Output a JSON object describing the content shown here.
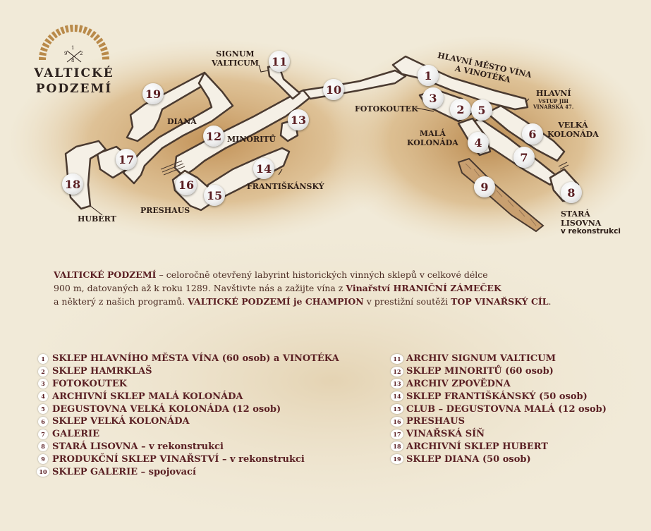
{
  "logo": {
    "line1": "VALTICKÉ",
    "line2": "PODZEMÍ",
    "emblem_digits": [
      "1",
      "9",
      "2",
      "8"
    ]
  },
  "map_labels": {
    "signum": "SIGNUM\nVALTICUM",
    "diana": "DIANA",
    "minoritu": "MINORITŮ",
    "frantiskansky": "FRANTIŠKÁNSKÝ",
    "preshaus": "PRESHAUS",
    "hubert": "HUBERT",
    "hlavni_mesto": "HLAVNÍ MĚSTO VÍNA\nA VINOTÉKA",
    "hlavni_vstup": "HLAVNÍ",
    "hlavni_vstup_small": "VSTUP JIH\nVINAŘSKÁ 47.",
    "fotokoutek": "FOTOKOUTEK",
    "mala_kolonada": "MALÁ\nKOLONÁDA",
    "velka_kolonada": "VELKÁ\nKOLONÁDA",
    "stara_lisovna": "STARÁ\nLISOVNA",
    "v_rekonstrukci": "v rekonstrukci"
  },
  "intro": {
    "brand": "VALTICKÉ PODZEMÍ",
    "t1": " – celoročně otevřený labyrint historických vinných sklepů v celkové délce",
    "t2": "900 m, datovaných až k roku 1289. Navštivte nás a zažijte vína z ",
    "winery": "Vinařství HRANIČNÍ ZÁMEČEK",
    "t3": "a některý z našich programů. ",
    "champion": "VALTICKÉ PODZEMÍ je CHAMPION",
    "t4": " v prestižní soutěži ",
    "contest": "TOP VINAŘSKÝ CÍL",
    "t5": "."
  },
  "legend_left": [
    {
      "num": "1",
      "text": "SKLEP HLAVNÍHO MĚSTA VÍNA (60 osob) a VINOTÉKA"
    },
    {
      "num": "2",
      "text": "SKLEP HAMRKLAŠ"
    },
    {
      "num": "3",
      "text": "FOTOKOUTEK"
    },
    {
      "num": "4",
      "text": "ARCHIVNÍ SKLEP MALÁ KOLONÁDA"
    },
    {
      "num": "5",
      "text": "DEGUSTOVNA VELKÁ KOLONÁDA (12 osob)"
    },
    {
      "num": "6",
      "text": "SKLEP VELKÁ KOLONÁDA"
    },
    {
      "num": "7",
      "text": "GALERIE"
    },
    {
      "num": "8",
      "text": "STARÁ LISOVNA – v rekonstrukci"
    },
    {
      "num": "9",
      "text": "PRODUKČNÍ SKLEP VINAŘSTVÍ – v rekonstrukci"
    },
    {
      "num": "10",
      "text": "SKLEP GALERIE – spojovací"
    }
  ],
  "legend_right": [
    {
      "num": "11",
      "text": "ARCHIV SIGNUM VALTICUM"
    },
    {
      "num": "12",
      "text": "SKLEP MINORITŮ (60 osob)"
    },
    {
      "num": "13",
      "text": "ARCHIV ZPOVĚDNA"
    },
    {
      "num": "14",
      "text": "SKLEP FRANTIŠKÁNSKÝ (50 osob)"
    },
    {
      "num": "15",
      "text": "CLUB – DEGUSTOVNA MALÁ (12 osob)"
    },
    {
      "num": "16",
      "text": "PRESHAUS"
    },
    {
      "num": "17",
      "text": "VINAŘSKÁ SÍŇ"
    },
    {
      "num": "18",
      "text": "ARCHIVNÍ SKLEP HUBERT"
    },
    {
      "num": "19",
      "text": "SKLEP DIANA (50 osob)"
    }
  ],
  "colors": {
    "burgundy": "#5a1e22",
    "ink": "#2b1c16",
    "parchment": "#f1ead8",
    "sepia": "#b98a4a"
  }
}
